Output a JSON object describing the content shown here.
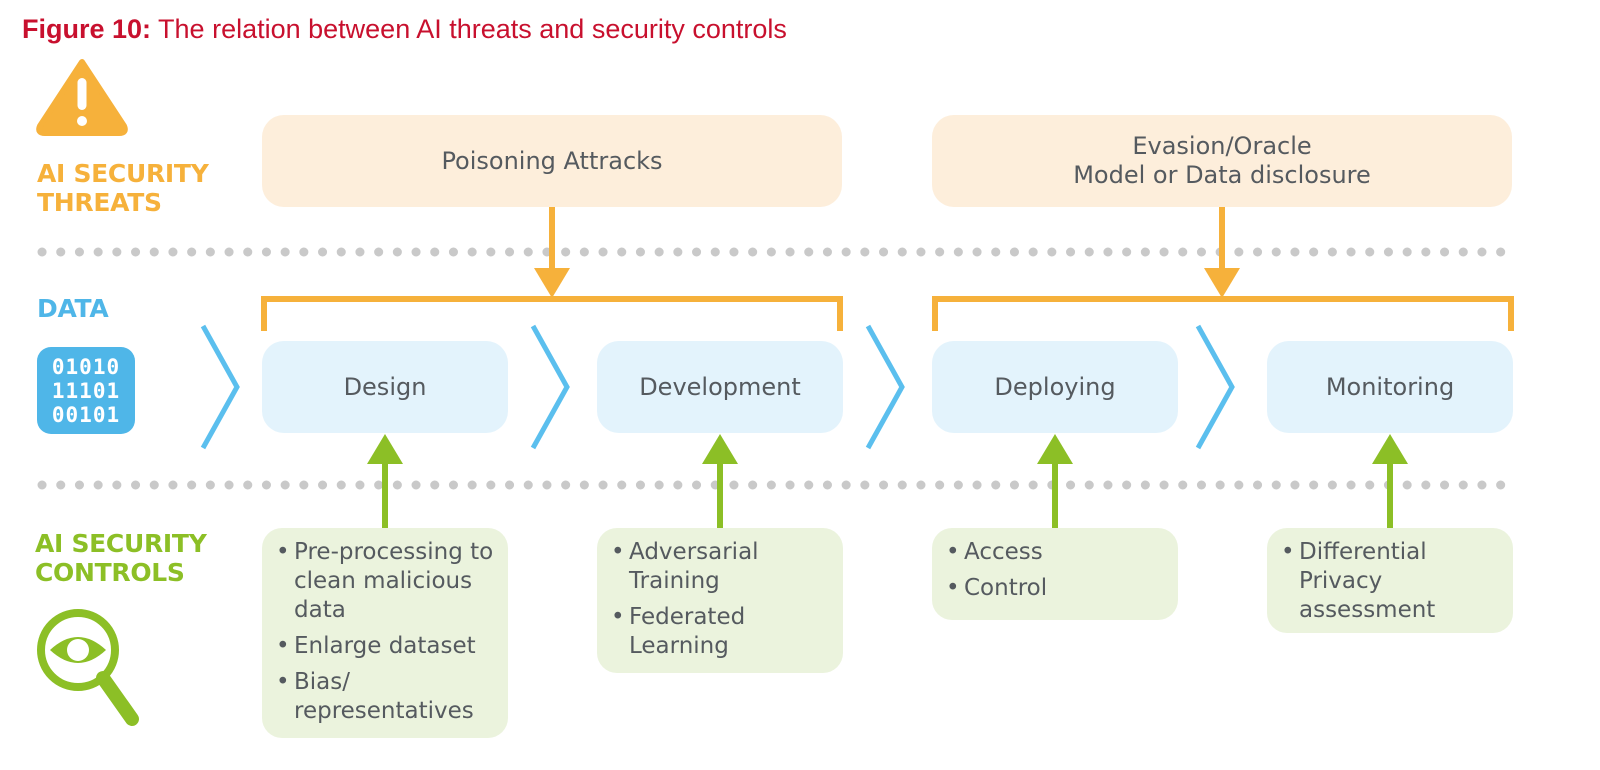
{
  "figure": {
    "label": "Figure 10:",
    "title": " The relation between AI threats and security controls"
  },
  "rows": {
    "threats": {
      "label_line1": "AI SECURITY",
      "label_line2": "THREATS",
      "color": "#f6b13b"
    },
    "data": {
      "label": "DATA",
      "color": "#4fb6e8",
      "binary": [
        "01010",
        "11101",
        "00101"
      ]
    },
    "controls": {
      "label_line1": "AI SECURITY",
      "label_line2": "CONTROLS",
      "color": "#8cbf26"
    }
  },
  "threats": [
    {
      "lines": [
        "Poisoning Attracks"
      ]
    },
    {
      "lines": [
        "Evasion/Oracle",
        "Model or Data disclosure"
      ]
    }
  ],
  "stages": [
    "Design",
    "Development",
    "Deploying",
    "Monitoring"
  ],
  "controls": [
    {
      "stage": "Design",
      "items": [
        "Pre-processing to clean malicious data",
        "Enlarge dataset",
        "Bias/ representatives"
      ]
    },
    {
      "stage": "Development",
      "items": [
        "Adversarial Training",
        "Federated Learning"
      ]
    },
    {
      "stage": "Deploying",
      "items": [
        "Access",
        "Control"
      ]
    },
    {
      "stage": "Monitoring",
      "items": [
        "Differential Privacy assessment"
      ]
    }
  ],
  "colors": {
    "title": "#c8102e",
    "threat_fill": "#fdeedb",
    "stage_fill": "#e3f3fc",
    "control_fill": "#ebf3dd",
    "threat_arrow": "#f6b13b",
    "control_arrow": "#8cbf26",
    "chevron": "#5bbfee",
    "dots": "#c9c9c9",
    "text": "#555a5f"
  },
  "icons": {
    "threats": "warning-icon",
    "data": "binary-data-icon",
    "controls": "magnifier-eye-icon"
  }
}
